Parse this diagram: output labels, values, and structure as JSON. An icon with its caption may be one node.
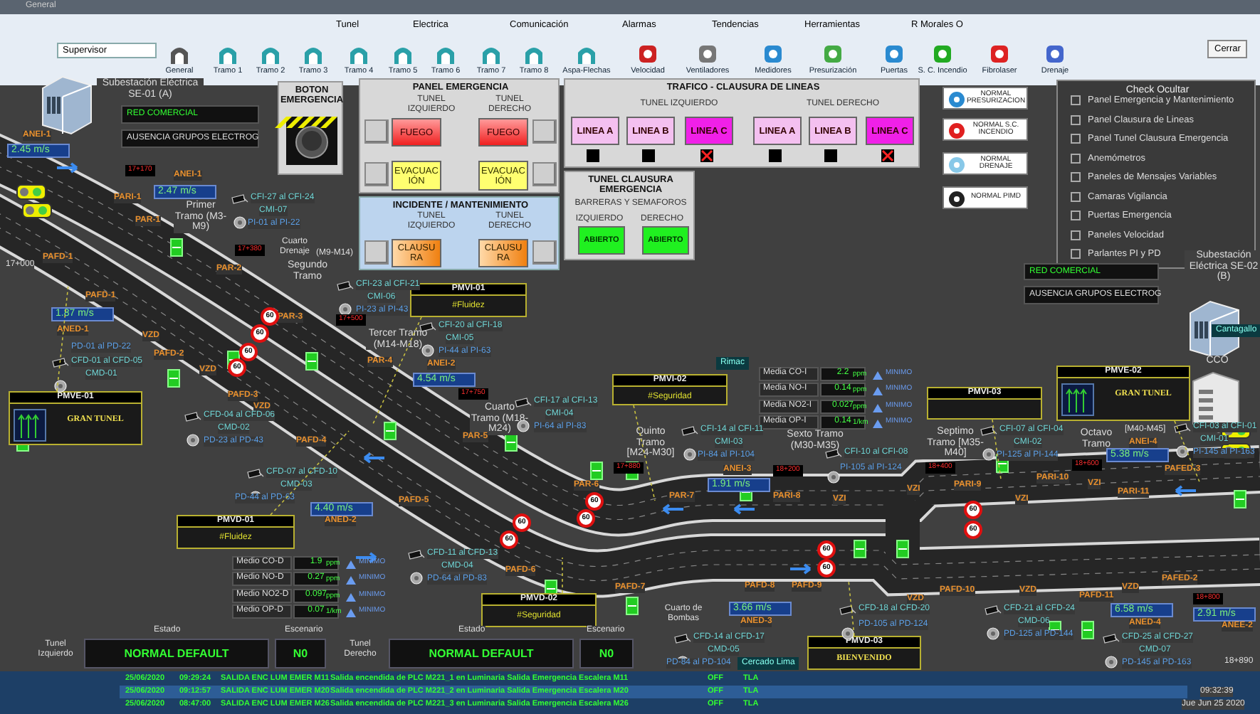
{
  "diagram": {
    "nodes": [
      {
        "text": [
          "BOTON EMERGENCIA"
        ]
      },
      {
        "text": [
          "PANEL EMERGENCIA",
          "TUNEL IZQUIERDO",
          "TUNEL DERECHO"
        ]
      },
      {
        "text": [],
        "shape": "box",
        "in": 1
      },
      {
        "text": [
          "FUEGO"
        ],
        "in": 1
      },
      {
        "text": [
          "FUEGO"
        ],
        "in": 1
      },
      {
        "text": [],
        "shape": "box",
        "in": 1
      },
      {
        "text": [],
        "shape": "box",
        "in": 1
      },
      {
        "text": [
          "EVACUACIÓN"
        ],
        "in": 1
      },
      {
        "text": [
          "EVACUACIÓN"
        ],
        "in": 1
      },
      {
        "text": [],
        "shape": "box",
        "in": 1
      },
      {
        "text": [
          "INCIDENTE / MANTENIMIENTO",
          "TUNEL IZQUIERDO",
          "TUNEL DERECHO"
        ]
      },
      {
        "text": [],
        "shape": "box",
        "in": 10
      },
      {
        "text": [
          "CLAUSURA"
        ],
        "in": 10
      },
      {
        "text": [
          "CLAUSURA"
        ],
        "in": 10
      },
      {
        "text": [],
        "shape": "box",
        "in": 10
      },
      {
        "text": [
          "TRAFICO - CLAUSURA DE LINEAS",
          "TUNEL IZQUIERDO",
          "TUNEL DERECHO"
        ]
      },
      {
        "text": [
          "LINEA A"
        ],
        "in": 15
      },
      {
        "text": [
          "LINEA B"
        ],
        "in": 15
      },
      {
        "text": [
          "LINEA C"
        ],
        "in": 15
      },
      {
        "text": [
          "LINEA A"
        ],
        "in": 15
      },
      {
        "text": [
          "LINEA B"
        ],
        "in": 15
      },
      {
        "text": [
          "LINEA C"
        ],
        "in": 15
      },
      {
        "text": [
          "TUNEL CLAUSURA EMERGENCIA",
          "BARRERAS Y SEMAFOROS",
          "IZQUIERDO",
          "DERECHO"
        ]
      },
      {
        "text": [
          "ABIERTO"
        ],
        "in": 22
      },
      {
        "text": [
          "ABIERTO"
        ],
        "in": 22
      },
      {
        "text": [
          "NORMAL PRESURIZACION"
        ]
      },
      {
        "text": [
          "NORMAL S.C. INCENDIO"
        ]
      },
      {
        "text": [
          "NORMAL DRENAJE"
        ]
      },
      {
        "text": [
          "NORMAL PIMD"
        ]
      },
      {
        "text": [
          "Check Ocultar"
        ]
      },
      {
        "text": [
          "RED COMERCIAL"
        ]
      },
      {
        "text": [
          "AUSENCIA GRUPOS ELECTROG"
        ]
      },
      {
        "text": [
          "RED COMERCIAL"
        ]
      },
      {
        "text": [
          "AUSENCIA GRUPOS ELECTROG"
        ]
      },
      {
        "text": [
          "PMVI-01",
          "#Fluidez"
        ]
      },
      {
        "text": [
          "PMVE-01",
          "GRAN TUNEL"
        ]
      },
      {
        "text": [
          "PMVD-01",
          "#Fluidez"
        ]
      },
      {
        "text": [
          "PMVI-02",
          "#Seguridad"
        ]
      },
      {
        "text": [
          "PMVD-02",
          "#Seguridad"
        ]
      },
      {
        "text": [
          "PMVI-03"
        ]
      },
      {
        "text": [
          "PMVE-02",
          "GRAN TUNEL"
        ]
      },
      {
        "text": [
          "PMVD-03",
          "BIENVENIDO"
        ]
      },
      {
        "text": [
          "NORMAL DEFAULT"
        ]
      },
      {
        "text": [
          "N0"
        ]
      },
      {
        "text": [
          "NORMAL DEFAULT"
        ]
      },
      {
        "text": [
          "N0"
        ]
      }
    ],
    "edges": [
      {
        "from": 34,
        "to": null,
        "arrow": "none",
        "style": "dashed"
      },
      {
        "from": 35,
        "to": null,
        "arrow": "none",
        "style": "dashed"
      },
      {
        "from": 36,
        "to": null,
        "arrow": "none",
        "style": "dashed"
      },
      {
        "from": 37,
        "to": null,
        "arrow": "none",
        "style": "dashed"
      },
      {
        "from": 38,
        "to": null,
        "arrow": "none",
        "style": "dashed"
      },
      {
        "from": 39,
        "to": null,
        "arrow": "none",
        "style": "dashed"
      },
      {
        "from": 40,
        "to": null,
        "arrow": "none",
        "style": "dashed"
      },
      {
        "from": 41,
        "to": null,
        "arrow": "none",
        "style": "dashed"
      }
    ],
    "labels": [
      "General",
      "Tunel",
      "Electrica",
      "Comunicación",
      "Alarmas",
      "Tendencias",
      "Herramientas",
      "R Morales O",
      "Supervisor",
      "General",
      "Tramo 1",
      "Tramo 2",
      "Tramo 3",
      "Tramo 4",
      "Tramo 5",
      "Tramo 6",
      "Tramo 7",
      "Tramo 8",
      "Aspa-Flechas",
      "Velocidad",
      "Ventiladores",
      "Medidores",
      "Presurización",
      "Puertas",
      "S. C. Incendio",
      "Fibrolaser",
      "Drenaje",
      "Cerrar",
      "Subestación Eléctrica SE-01 (A)",
      "ANEI-1",
      "2.45 m/s",
      "17+170",
      "PARI-1",
      "ANEI-1",
      "2.47 m/s",
      "PAR-1",
      "Primer Tramo (M3-M9)",
      "CFI-27 al CFI-24",
      "CMI-07",
      "PI-01 al PI-22",
      "17+000",
      "PAFD-1",
      "17+380",
      "Cuarto Drenaje",
      "(M9-M14)",
      "Segundo Tramo",
      "PAR-2",
      "CFI-23 al CFI-21",
      "CMI-06",
      "PI-23 al PI-43",
      "PAFD-1",
      "1.87 m/s",
      "ANED-1",
      "VZD",
      "PAR-3",
      "17+500",
      "Tercer Tramo (M14-M18)",
      "CFI-20 al CFI-18",
      "CMI-05",
      "PI-44 al PI-63",
      "PD-01 al PD-22",
      "CFD-01 al CFD-05",
      "CMD-01",
      "PAFD-2",
      "VZD",
      "PAFD-3",
      "VZD",
      "PAR-4",
      "ANEI-2",
      "4.54 m/s",
      "17+750",
      "Cuarto Tramo (M18-M24)",
      "CFI-17 al CFI-13",
      "CMI-04",
      "PI-64 al PI-83",
      "CFD-04 al CFD-06",
      "CMD-02",
      "PD-23 al PD-43",
      "PAFD-4",
      "PAR-5",
      "CFD-07 al CFD-10",
      "CMD-03",
      "PD-44 al PD-63",
      "PAFD-5",
      "4.40 m/s",
      "ANED-2",
      "PAR-6",
      "PAFD-6",
      "CFD-11 al CFD-13",
      "CMD-04",
      "PD-64 al PD-83",
      "Medio CO-D",
      "1.9",
      "ppm",
      "MINIMO",
      "Medio NO-D",
      "0.27",
      "ppm",
      "MINIMO",
      "Medio NO2-D",
      "0.097",
      "ppm",
      "MINIMO",
      "Medio OP-D",
      "0.07",
      "1/km",
      "MINIMO",
      "Rimac",
      "Media CO-I",
      "2.2",
      "ppm",
      "MINIMO",
      "Media NO-I",
      "0.14",
      "ppm",
      "MINIMO",
      "Media NO2-I",
      "0.027",
      "ppm",
      "MINIMO",
      "Media OP-I",
      "0.14",
      "1/km",
      "MINIMO",
      "Quinto Tramo [M24-M30]",
      "CFI-14 al CFI-11",
      "CMI-03",
      "PI-84 al PI-104",
      "17+880",
      "ANEI-3",
      "1.91 m/s",
      "18+200",
      "PAR-7",
      "PARI-8",
      "Sexto Tramo (M30-M35)",
      "CFI-10 al CFI-08",
      "PI-105 al PI-124",
      "Septimo Tramo [M35-M40]",
      "CFI-07 al CFI-04",
      "CMI-02",
      "PI-125 al PI-144",
      "18+400",
      "PARI-9",
      "Octavo Tramo",
      "[M40-M45]",
      "ANEI-4",
      "5.38 m/s",
      "CFI-03 al CFI-01",
      "CMI-01",
      "PI-145 al PI-163",
      "18+600",
      "PARI-10",
      "PARI-11",
      "PAFED-3",
      "VZI",
      "VZI",
      "VZI",
      "VZI",
      "CCO",
      "Cantagallo",
      "Subestación Eléctrica SE-02 (B)",
      "PAFD-7",
      "Cuarto de Bombas",
      "3.66 m/s",
      "ANED-3",
      "PAFD-8",
      "PAFD-9",
      "VZD",
      "PAFD-10",
      "VZD",
      "PAFD-11",
      "VZD",
      "PAFED-2",
      "CFD-14 al CFD-17",
      "CMD-05",
      "PD-84 al PD-104",
      "Cercado Lima",
      "CFD-18 al CFD-20",
      "PD-105 al PD-124",
      "CFD-21 al CFD-24",
      "CMD-06",
      "PD-125 al PD-144",
      "6.58 m/s",
      "ANED-4",
      "CFD-25 al CFD-27",
      "CMD-07",
      "PD-145 al PD-163",
      "18+800",
      "2.91 m/s",
      "ANEE-2",
      "18+890",
      "Estado",
      "Escenario",
      "Tunel Izquierdo",
      "Estado",
      "Escenario",
      "Tunel Derecho",
      "25/06/2020",
      "09:29:24",
      "SALIDA ENC LUM EMER M11",
      "Salida encendida de PLC M221_1 en Luminaria Salida Emergencia Escalera M11",
      "OFF",
      "TLA",
      "25/06/2020",
      "09:12:57",
      "SALIDA ENC LUM EMER M20",
      "Salida encendida de PLC M221_2 en Luminaria Salida Emergencia Escalera M20",
      "OFF",
      "TLA",
      "25/06/2020",
      "08:47:00",
      "SALIDA ENC LUM EMER M26",
      "Salida encendida de PLC M221_3 en Luminaria Salida Emergencia Escalera M26",
      "OFF",
      "TLA",
      "09:32:39",
      "Jue Jun 25 2020",
      "Panel Emergencia y Mantenimiento",
      "Panel Clausura de Lineas",
      "Panel Tunel Clausura Emergencia",
      "Anemómetros",
      "Paneles de Mensajes Variables",
      "Camaras Vigilancia",
      "Puertas Emergencia",
      "Paneles Velocidad",
      "Parlantes PI y PD",
      "60",
      "60",
      "60",
      "60",
      "60",
      "60",
      "60",
      "60",
      "60",
      "60",
      "60",
      "60"
    ]
  }
}
